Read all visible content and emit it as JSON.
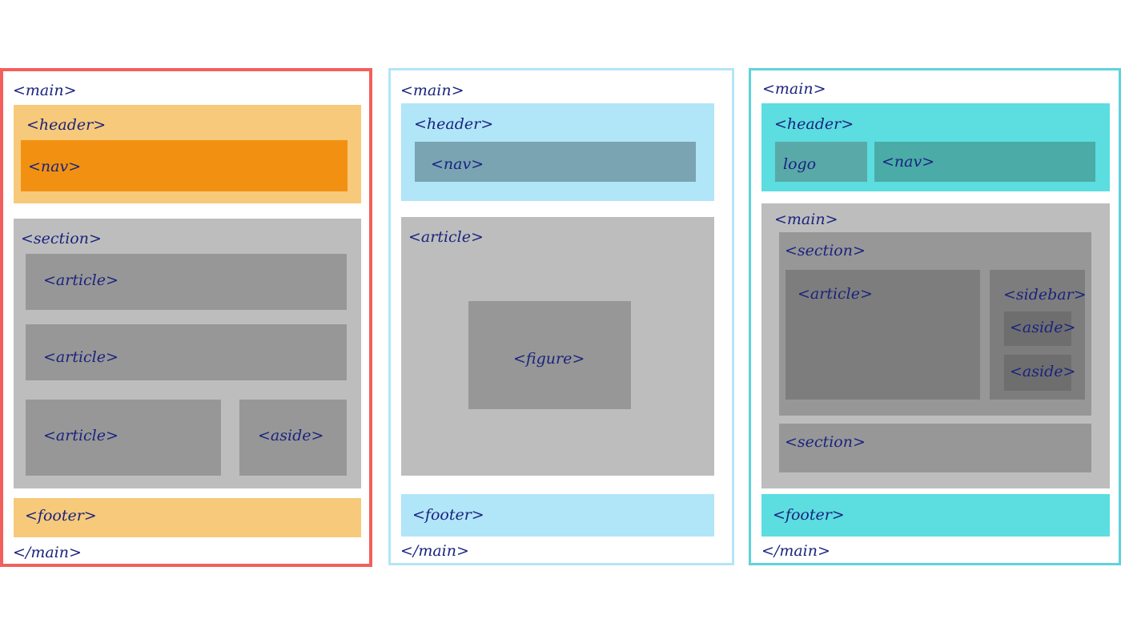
{
  "colors": {
    "frame1": "#f25f5c",
    "frame2": "#b3e5f7",
    "frame3": "#5ed3dc",
    "orange_light": "#f7c97a",
    "orange": "#f29111",
    "gray_light": "#bdbdbd",
    "gray": "#979797",
    "gray_dark": "#7d7d7d",
    "blue_light": "#b1e5f8",
    "blue_nav": "#7aa4b2",
    "teal": "#5cdde0",
    "teal_nav": "#4aaba7",
    "teal_logo": "#5aa9a9",
    "text": "#1a237e"
  },
  "layout1": {
    "main_open": "<main>",
    "header": "<header>",
    "nav": "<nav>",
    "section": "<section>",
    "article1": "<article>",
    "article2": "<article>",
    "article3": "<article>",
    "aside": "<aside>",
    "footer": "<footer>",
    "main_close": "</main>"
  },
  "layout2": {
    "main_open": "<main>",
    "header": "<header>",
    "nav": "<nav>",
    "article": "<article>",
    "figure": "<figure>",
    "footer": "<footer>",
    "main_close": "</main>"
  },
  "layout3": {
    "main_open": "<main>",
    "header": "<header>",
    "logo": "logo",
    "nav": "<nav>",
    "main_inner": "<main>",
    "section1": "<section>",
    "article": "<article>",
    "sidebar": "<sidebar>",
    "aside1": "<aside>",
    "aside2": "<aside>",
    "section2": "<section>",
    "footer": "<footer>",
    "main_close": "</main>"
  }
}
